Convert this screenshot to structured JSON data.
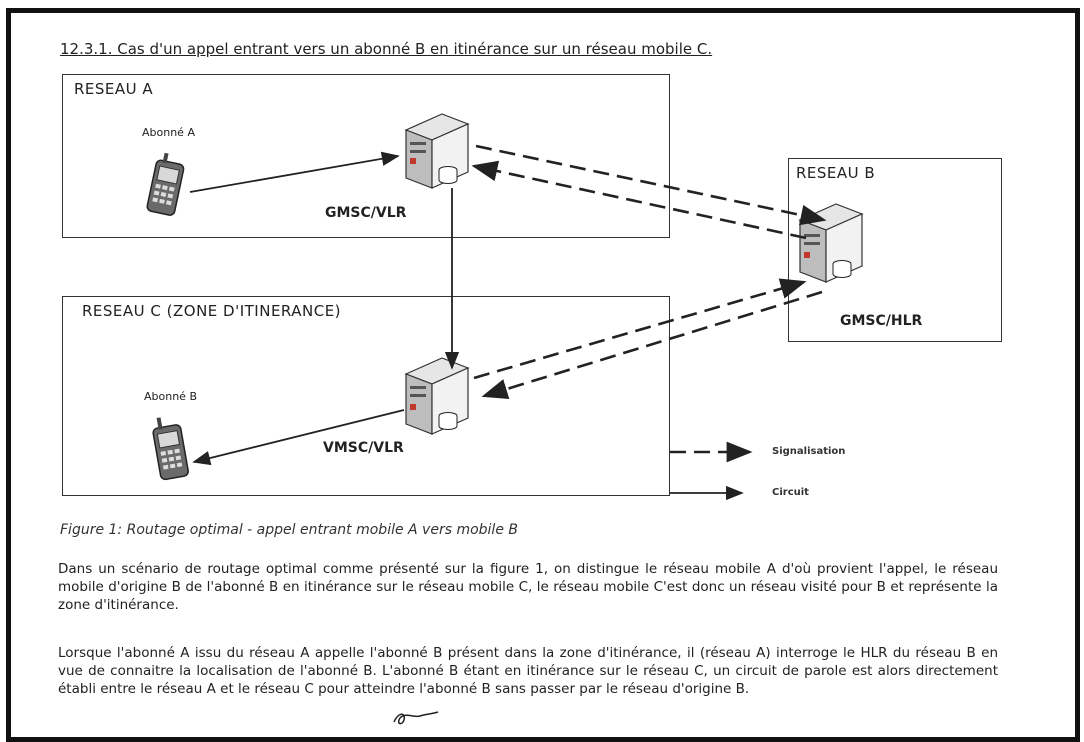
{
  "section_title": "12.3.1. Cas d'un appel entrant vers un abonné B en itinérance sur un réseau mobile C.",
  "networks": {
    "a": {
      "label": "RESEAU  A",
      "subscriber": "Abonné A",
      "server": "GMSC/VLR"
    },
    "b": {
      "label": "RESEAU B",
      "server": "GMSC/HLR"
    },
    "c": {
      "label": "RESEAU C  (ZONE D'ITINERANCE)",
      "subscriber": "Abonné B",
      "server": "VMSC/VLR"
    }
  },
  "legend": {
    "signalisation": "Signalisation",
    "circuit": "Circuit"
  },
  "caption": "Figure 1: Routage optimal - appel entrant mobile A vers mobile B",
  "paragraphs": [
    "Dans un scénario de  routage optimal comme présenté sur la figure 1, on distingue le réseau mobile A d'où provient l'appel, le réseau mobile d'origine B de l'abonné B en itinérance sur le réseau mobile C, le réseau mobile C'est donc un réseau visité pour B et représente la zone d'itinérance.",
    "Lorsque l'abonné A issu du réseau A  appelle l'abonné B présent dans la zone d'itinérance, il (réseau A) interroge le HLR du réseau B en vue de connaitre la localisation de l'abonné B. L'abonné B étant en itinérance sur le réseau C, un circuit de parole est alors directement établi entre le réseau A et le réseau C pour atteindre l'abonné B sans passer par le réseau d'origine B."
  ],
  "icons": {
    "phone": "mobile-phone-icon",
    "server": "server-icon"
  }
}
